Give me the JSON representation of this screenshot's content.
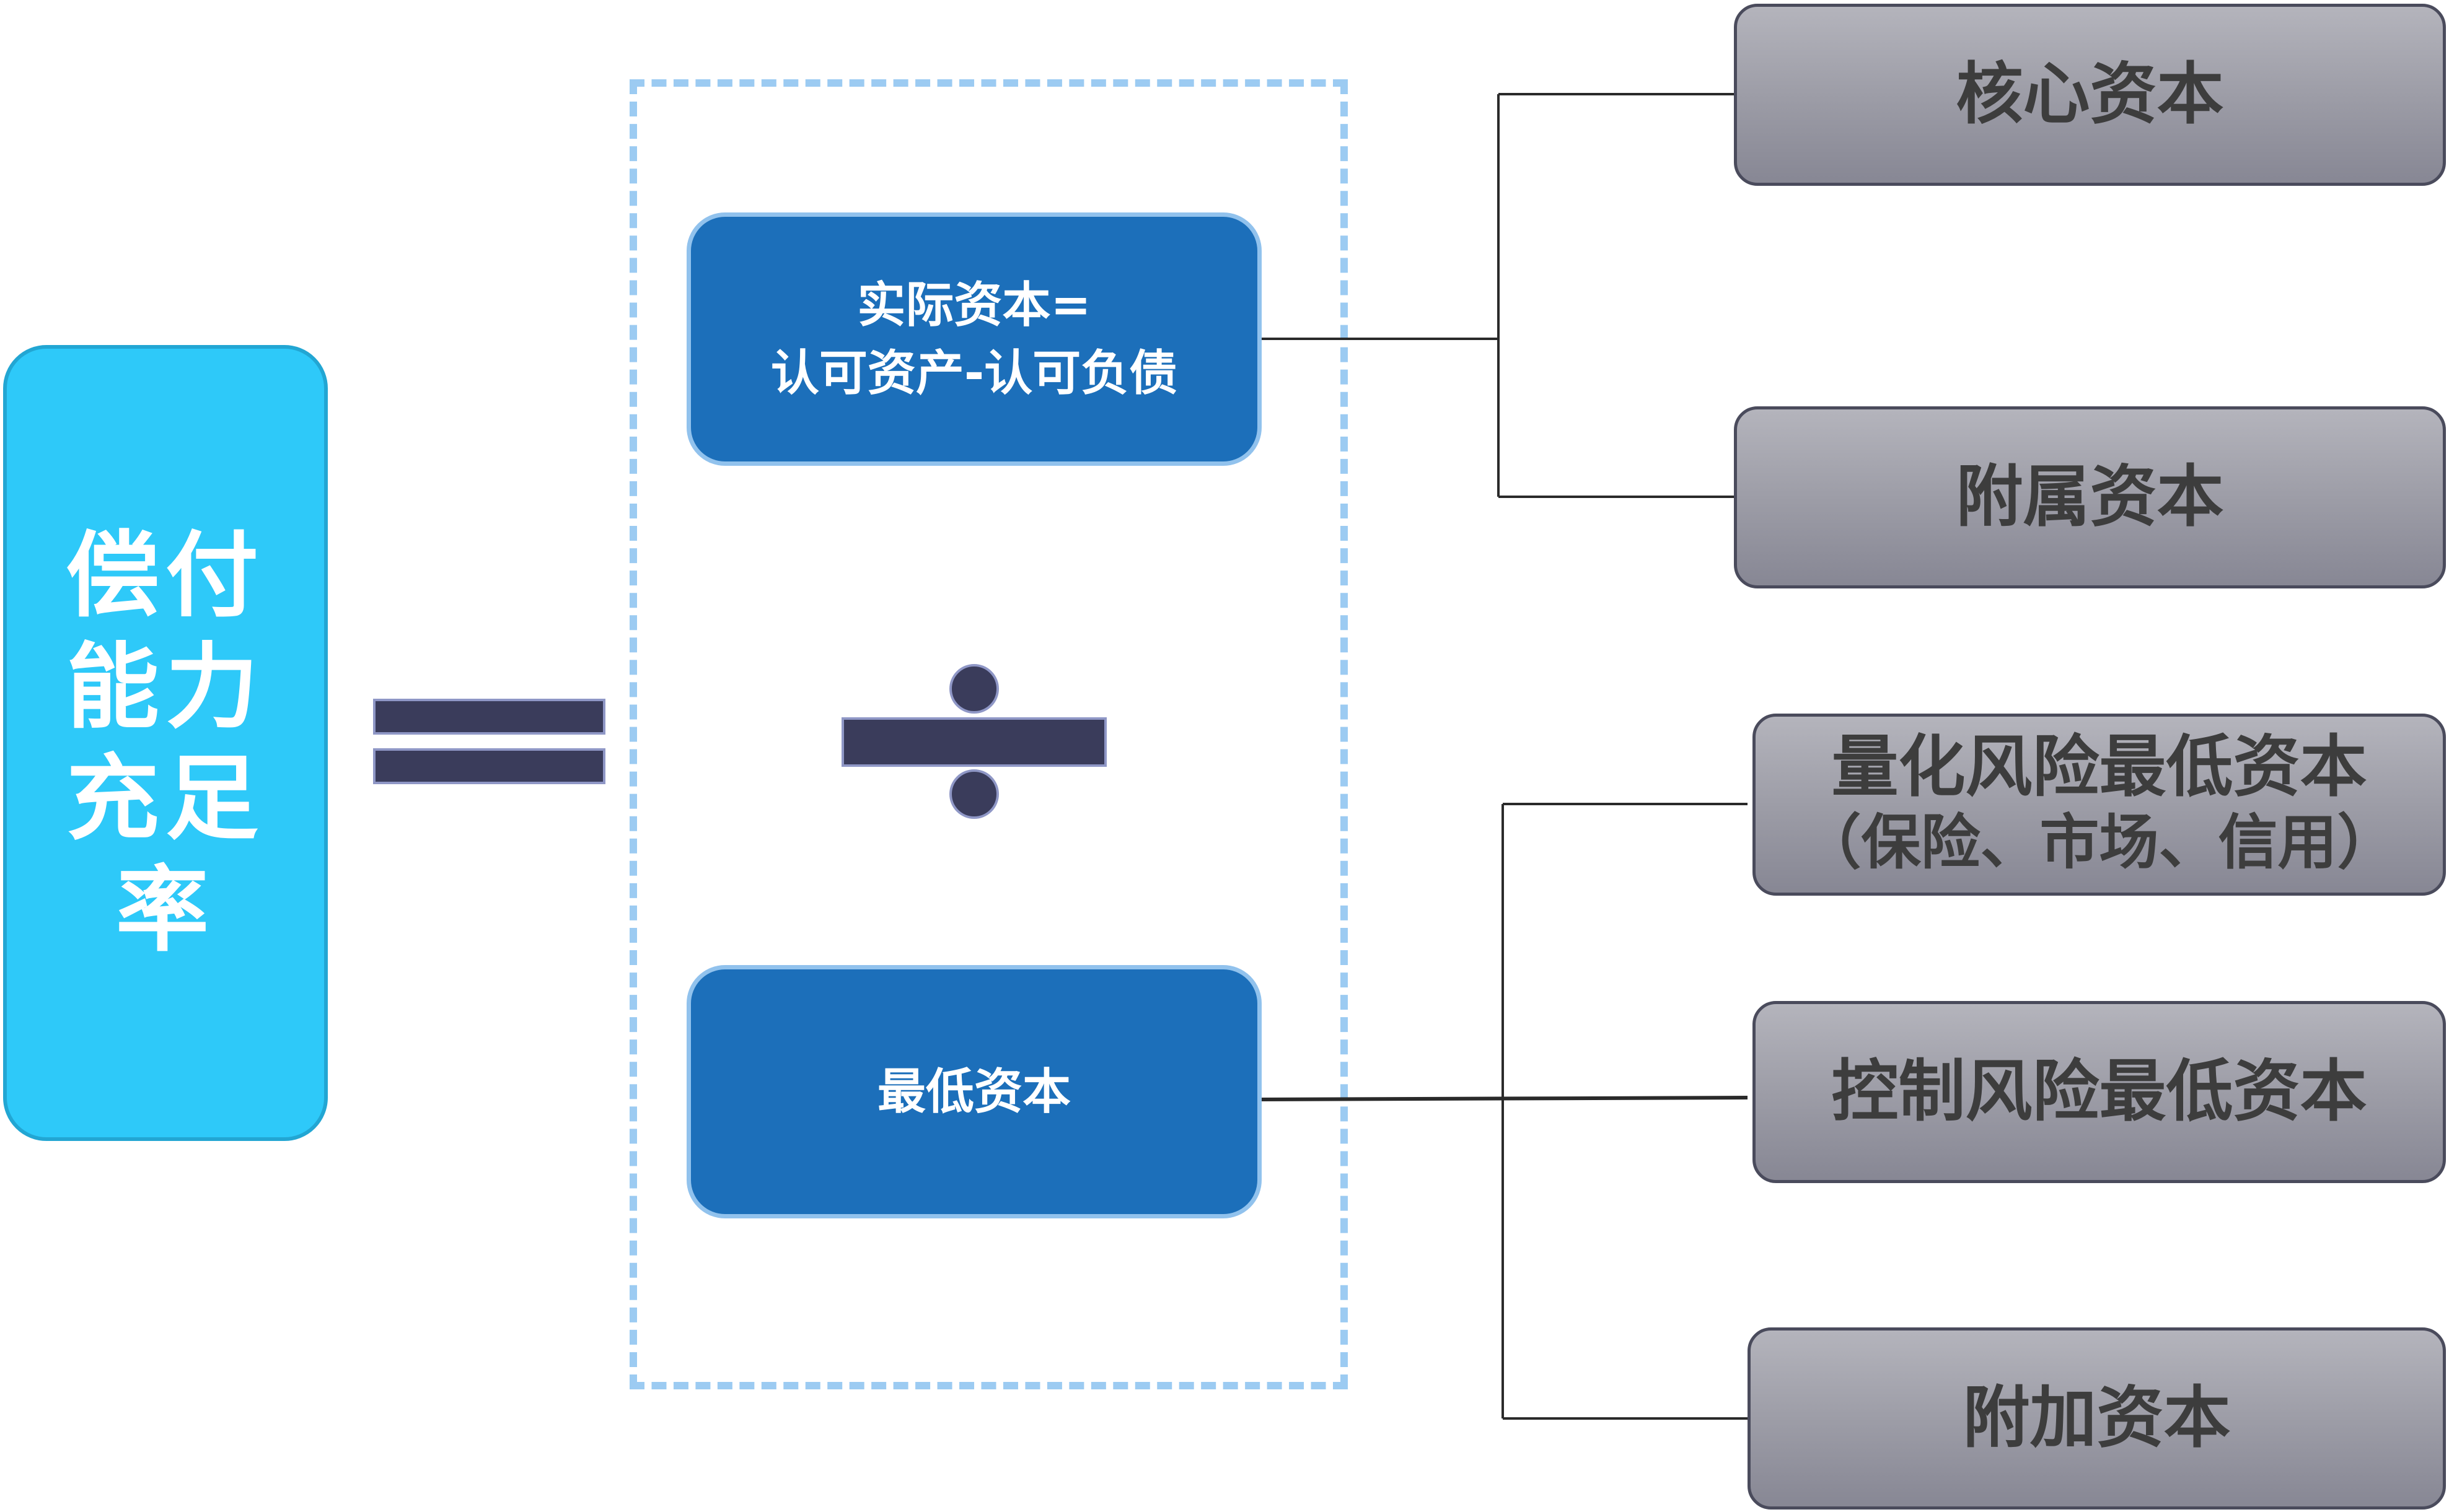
{
  "ratio": {
    "label": "偿付能力充足率"
  },
  "equals_symbol": "=",
  "divide_symbol": "÷",
  "actual_capital": {
    "line1": "实际资本=",
    "line2": "认可资产-认可负债"
  },
  "minimum_capital": {
    "label": "最低资本"
  },
  "actual_capital_parts": [
    {
      "label": "核心资本"
    },
    {
      "label": "附属资本"
    }
  ],
  "minimum_capital_parts": [
    {
      "label": "量化风险最低资本",
      "note": "（保险、市场、信用）"
    },
    {
      "label": "控制风险最低资本"
    },
    {
      "label": "附加资本"
    }
  ],
  "colors": {
    "ratio_box": "#2ec9f9",
    "blue_box": "#1c6fba",
    "dashed_frame": "#9ccbf2",
    "operator": "#3a3c5b",
    "grey_box_text": "#3d3d3d"
  }
}
